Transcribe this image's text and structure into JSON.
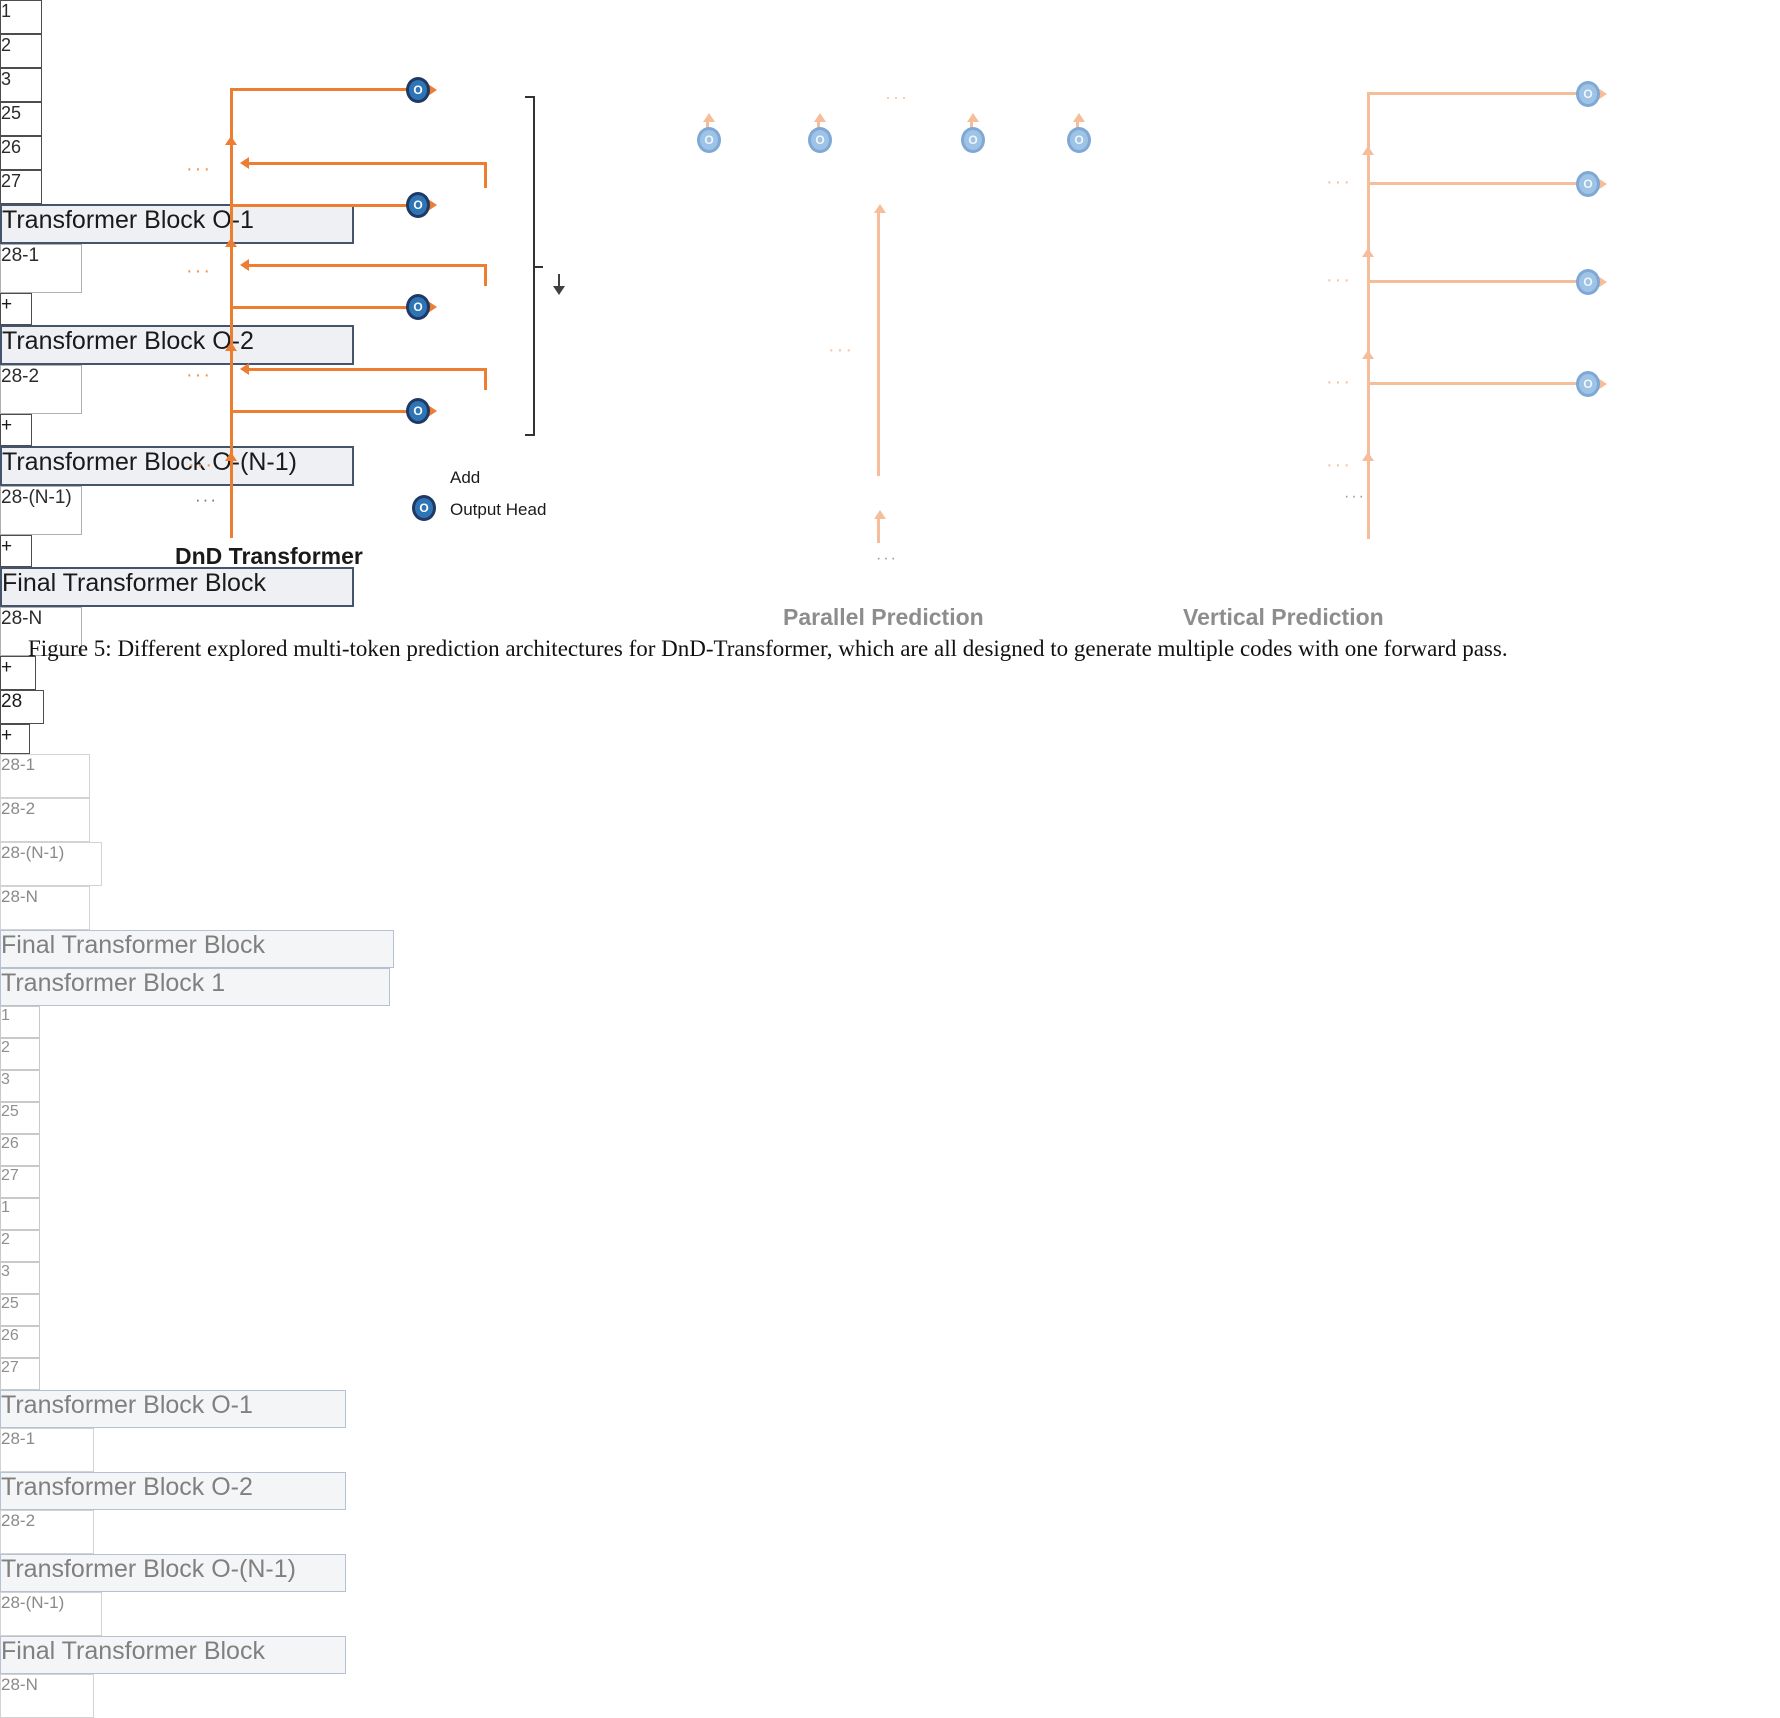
{
  "figure": {
    "caption": "Figure 5: Different explored multi-token prediction architectures for DnD-Transformer, which are all designed to generate multiple codes with one forward pass."
  },
  "panels": [
    {
      "id": "dnd-transformer",
      "title": "DnD Transformer",
      "style": "solid",
      "blocks": [
        "Transformer Block O-1",
        "Transformer Block O-2",
        "Transformer Block O-(N-1)",
        "Final Transformer Block"
      ],
      "outputs": [
        "28-1",
        "28-2",
        "28-(N-1)",
        "28-N"
      ],
      "tokens": [
        "1",
        "2",
        "3",
        "···",
        "25",
        "26",
        "27"
      ],
      "add_symbol": "+",
      "sum_box": "28",
      "vertical_ellipsis": "···"
    },
    {
      "id": "parallel-prediction",
      "title": "Parallel Prediction",
      "style": "faded",
      "blocks": [
        "Transformer Block 1",
        "Final Transformer Block"
      ],
      "outputs": [
        "28-1",
        "28-2",
        "28-(N-1)",
        "28-N"
      ],
      "tokens": [
        "1",
        "2",
        "3",
        "···",
        "25",
        "26",
        "27"
      ],
      "middle_ellipsis": "···",
      "header_ellipsis": "···"
    },
    {
      "id": "vertical-prediction",
      "title": "Vertical Prediction",
      "style": "faded",
      "blocks": [
        "Transformer Block O-1",
        "Transformer Block O-2",
        "Transformer Block O-(N-1)",
        "Final Transformer Block"
      ],
      "outputs": [
        "28-1",
        "28-2",
        "28-(N-1)",
        "28-N"
      ],
      "tokens": [
        "1",
        "2",
        "3",
        "···",
        "25",
        "26",
        "27"
      ],
      "vertical_ellipsis": "···"
    }
  ],
  "legend": {
    "add": {
      "symbol": "+",
      "label": "Add"
    },
    "output_head": {
      "symbol": "O",
      "label": "Output Head"
    }
  },
  "icons": {
    "output_head_glyph": "O",
    "plus_glyph": "+"
  },
  "colors": {
    "arrow_orange": "#ed7d31",
    "arrow_orange_faded": "#f6bd9a",
    "block_border": "#44546a",
    "block_fill": "#eef0f4",
    "output_head_fill": "#2e75b6",
    "output_head_ring": "#1f3864",
    "faded_text": "#808080"
  }
}
